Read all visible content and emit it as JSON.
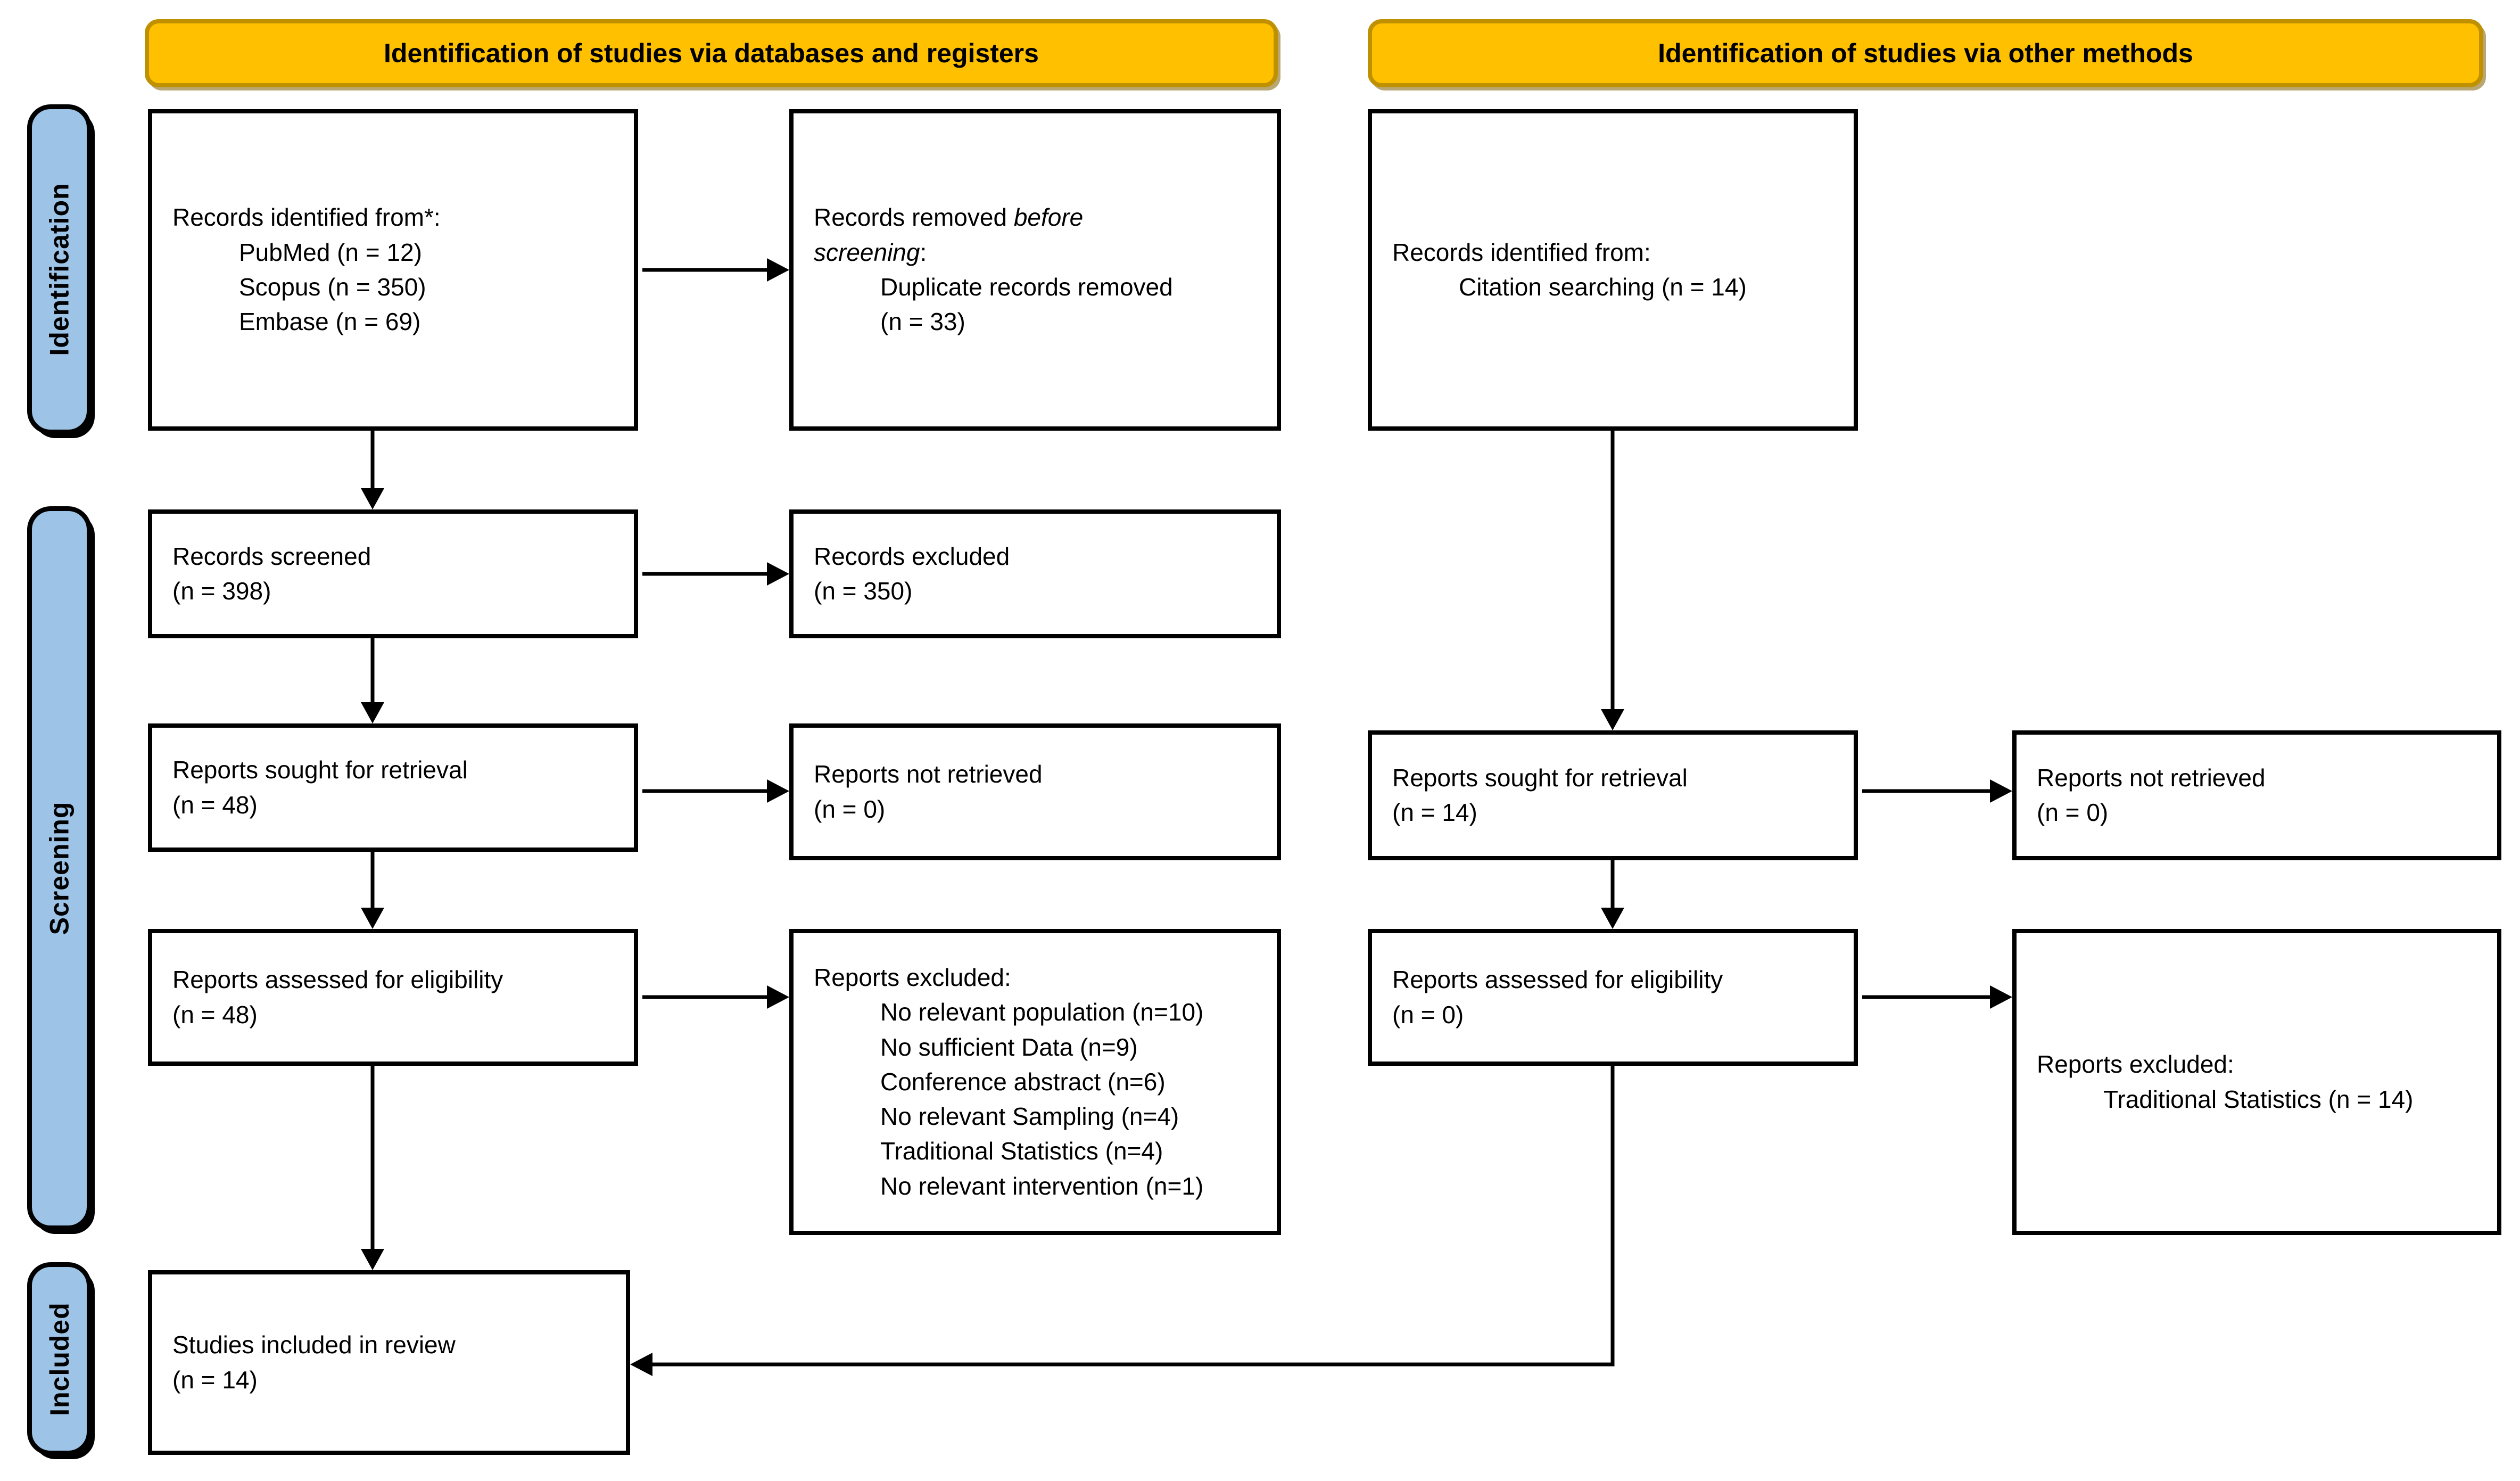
{
  "headers": {
    "db": "Identification of studies via databases and registers",
    "other": "Identification of studies via other methods"
  },
  "sidebar": {
    "identification": "Identification",
    "screening": "Screening",
    "included": "Included"
  },
  "colors": {
    "header_fill": "#FFC000",
    "header_border": "#BF9000",
    "sidebar_fill": "#9DC3E6",
    "box_border": "#000000",
    "arrow": "#000000"
  },
  "boxes": {
    "records-identified-db": {
      "lines": [
        {
          "indent": 0,
          "segments": [
            {
              "text": "Records identified from*:",
              "italic": false
            }
          ]
        },
        {
          "indent": 1,
          "segments": [
            {
              "text": "PubMed (n = 12)",
              "italic": false
            }
          ]
        },
        {
          "indent": 1,
          "segments": [
            {
              "text": "Scopus (n = 350)",
              "italic": false
            }
          ]
        },
        {
          "indent": 1,
          "segments": [
            {
              "text": "Embase (n = 69)",
              "italic": false
            }
          ]
        }
      ]
    },
    "records-removed-before-screening": {
      "lines": [
        {
          "indent": 0,
          "segments": [
            {
              "text": "Records removed ",
              "italic": false
            },
            {
              "text": "before",
              "italic": true
            }
          ]
        },
        {
          "indent": 0,
          "segments": [
            {
              "text": "screening",
              "italic": true
            },
            {
              "text": ":",
              "italic": false
            }
          ]
        },
        {
          "indent": 1,
          "segments": [
            {
              "text": "Duplicate records removed",
              "italic": false
            }
          ]
        },
        {
          "indent": 1,
          "segments": [
            {
              "text": "(n = 33)",
              "italic": false
            }
          ]
        }
      ]
    },
    "records-identified-other": {
      "lines": [
        {
          "indent": 0,
          "segments": [
            {
              "text": "Records identified from:",
              "italic": false
            }
          ]
        },
        {
          "indent": 1,
          "segments": [
            {
              "text": "Citation searching (n = 14)",
              "italic": false
            }
          ]
        }
      ]
    },
    "records-screened": {
      "lines": [
        {
          "indent": 0,
          "segments": [
            {
              "text": "Records screened",
              "italic": false
            }
          ]
        },
        {
          "indent": 0,
          "segments": [
            {
              "text": "(n = 398)",
              "italic": false
            }
          ]
        }
      ]
    },
    "records-excluded": {
      "lines": [
        {
          "indent": 0,
          "segments": [
            {
              "text": "Records excluded",
              "italic": false
            }
          ]
        },
        {
          "indent": 0,
          "segments": [
            {
              "text": "(n = 350)",
              "italic": false
            }
          ]
        }
      ]
    },
    "reports-sought-db": {
      "lines": [
        {
          "indent": 0,
          "segments": [
            {
              "text": "Reports sought for retrieval",
              "italic": false
            }
          ]
        },
        {
          "indent": 0,
          "segments": [
            {
              "text": "(n = 48)",
              "italic": false
            }
          ]
        }
      ]
    },
    "reports-not-retrieved-db": {
      "lines": [
        {
          "indent": 0,
          "segments": [
            {
              "text": "Reports not retrieved",
              "italic": false
            }
          ]
        },
        {
          "indent": 0,
          "segments": [
            {
              "text": "(n = 0)",
              "italic": false
            }
          ]
        }
      ]
    },
    "reports-sought-other": {
      "lines": [
        {
          "indent": 0,
          "segments": [
            {
              "text": "Reports sought for retrieval",
              "italic": false
            }
          ]
        },
        {
          "indent": 0,
          "segments": [
            {
              "text": "(n = 14)",
              "italic": false
            }
          ]
        }
      ]
    },
    "reports-not-retrieved-other": {
      "lines": [
        {
          "indent": 0,
          "segments": [
            {
              "text": "Reports not retrieved",
              "italic": false
            }
          ]
        },
        {
          "indent": 0,
          "segments": [
            {
              "text": "(n = 0)",
              "italic": false
            }
          ]
        }
      ]
    },
    "reports-assessed-db": {
      "lines": [
        {
          "indent": 0,
          "segments": [
            {
              "text": "Reports assessed for eligibility",
              "italic": false
            }
          ]
        },
        {
          "indent": 0,
          "segments": [
            {
              "text": "(n = 48)",
              "italic": false
            }
          ]
        }
      ]
    },
    "reports-excluded-db": {
      "lines": [
        {
          "indent": 0,
          "segments": [
            {
              "text": "Reports excluded:",
              "italic": false
            }
          ]
        },
        {
          "indent": 1,
          "segments": [
            {
              "text": "No relevant population (n=10)",
              "italic": false
            }
          ]
        },
        {
          "indent": 1,
          "segments": [
            {
              "text": "No sufficient Data (n=9)",
              "italic": false
            }
          ]
        },
        {
          "indent": 1,
          "segments": [
            {
              "text": "Conference abstract (n=6)",
              "italic": false
            }
          ]
        },
        {
          "indent": 1,
          "segments": [
            {
              "text": "No relevant Sampling (n=4)",
              "italic": false
            }
          ]
        },
        {
          "indent": 1,
          "segments": [
            {
              "text": "Traditional Statistics (n=4)",
              "italic": false
            }
          ]
        },
        {
          "indent": 1,
          "segments": [
            {
              "text": "No relevant intervention (n=1)",
              "italic": false
            }
          ]
        }
      ]
    },
    "reports-assessed-other": {
      "lines": [
        {
          "indent": 0,
          "segments": [
            {
              "text": "Reports assessed for eligibility",
              "italic": false
            }
          ]
        },
        {
          "indent": 0,
          "segments": [
            {
              "text": "(n = 0)",
              "italic": false
            }
          ]
        }
      ]
    },
    "reports-excluded-other": {
      "lines": [
        {
          "indent": 0,
          "segments": [
            {
              "text": "Reports excluded:",
              "italic": false
            }
          ]
        },
        {
          "indent": 1,
          "segments": [
            {
              "text": "Traditional Statistics (n = 14)",
              "italic": false
            }
          ]
        }
      ]
    },
    "studies-included": {
      "lines": [
        {
          "indent": 0,
          "segments": [
            {
              "text": "Studies included in review",
              "italic": false
            }
          ]
        },
        {
          "indent": 0,
          "segments": [
            {
              "text": "(n = 14)",
              "italic": false
            }
          ]
        }
      ]
    }
  }
}
